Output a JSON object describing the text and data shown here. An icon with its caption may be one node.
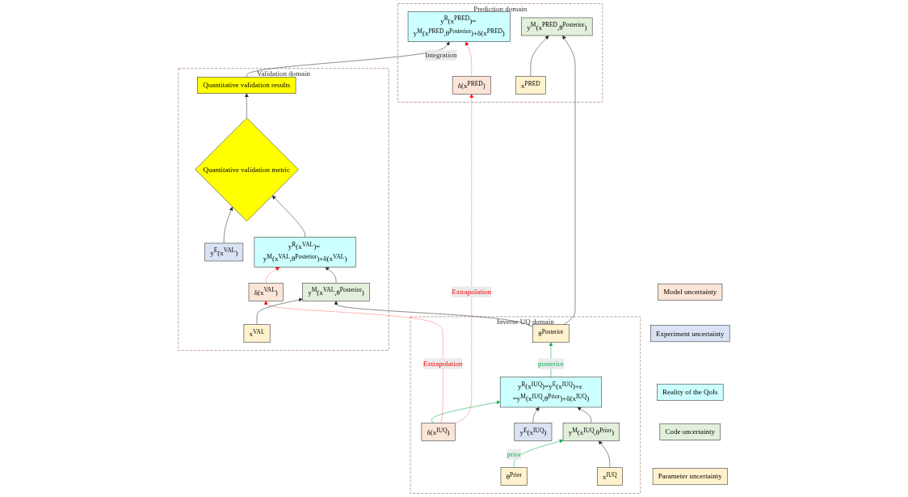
{
  "diagram": {
    "nodes": [
      {
        "text": [
          "Model uncertainty"
        ]
      },
      {
        "text": [
          "Experiment uncertainty"
        ]
      },
      {
        "text": [
          "Reality of the QoIs"
        ]
      },
      {
        "text": [
          "Code uncertainty"
        ]
      },
      {
        "text": [
          "Parameter uncertainty"
        ]
      },
      {
        "text": [
          "Inverse UQ domain"
        ]
      },
      {
        "text": [
          "δ(x$^{IUQ}$)"
        ],
        "in": 5
      },
      {
        "text": [
          "y$^{E}$(x$^{IUQ}$)"
        ],
        "in": 5
      },
      {
        "text": [
          "y$^{R}$(x$^{IUQ}$)=y$^{E}$(x$^{IUQ}$)+ε =y$^{M}$(x$^{IUQ}$,θ$^{Prior}$)+δ(x$^{IUQ}$)"
        ],
        "in": 5
      },
      {
        "text": [
          "y$^{M}$(x$^{IUQ}$,θ$^{Prior}$)"
        ],
        "in": 5
      },
      {
        "text": [
          "θ$^{Prior}$"
        ],
        "in": 5
      },
      {
        "text": [
          "x$^{IUQ}$"
        ],
        "in": 5
      },
      {
        "text": [
          "θ$^{Posterior}$"
        ],
        "in": 5
      },
      {
        "text": [
          "Validation domain"
        ]
      },
      {
        "text": [
          "δ(x$^{VAL}$)"
        ],
        "in": 13
      },
      {
        "text": [
          "y$^{E}$(x$^{VAL}$)"
        ],
        "in": 13
      },
      {
        "text": [
          "Quantitative validation results"
        ],
        "in": 13
      },
      {
        "text": [
          "Quantitative validation metric"
        ],
        "in": 13
      },
      {
        "text": [
          "y$^{R}$(x$^{VAL}$)= y$^{M}$(x$^{VAL}$,θ$^{Posterior}$)+δ(x$^{VAL}$)"
        ],
        "in": 13
      },
      {
        "text": [
          "y$^{M}$(x$^{VAL}$,θ$^{Posterior}$)"
        ],
        "in": 13
      },
      {
        "text": [
          "x$^{VAL}$"
        ],
        "in": 13
      },
      {
        "text": [
          "Prediction domain"
        ]
      },
      {
        "text": [
          "δ(x$^{PRED}$)"
        ],
        "in": 21
      },
      {
        "text": [
          "y$^{R}$(x$^{PRED}$)= y$^{M}$(x$^{PRED}$,θ$^{Posterior}$)+δ(x$^{PRED}$)"
        ],
        "in": 21
      },
      {
        "text": [
          "y$^{M}$(x$^{PRED}$,θ$^{Posterior}$)"
        ],
        "in": 21
      },
      {
        "text": [
          "x$^{PRED}$"
        ],
        "in": 21
      }
    ],
    "edges": [
      {
        "from": 6,
        "to": 8,
        "arrow": "to",
        "color": "#00b050"
      },
      {
        "from": 7,
        "to": 8,
        "arrow": "to"
      },
      {
        "from": 9,
        "to": 8,
        "arrow": "to"
      },
      {
        "from": 10,
        "to": 9,
        "arrow": "to",
        "label": "prior",
        "color": "#00b050"
      },
      {
        "from": 11,
        "to": 9,
        "arrow": "to"
      },
      {
        "from": 8,
        "to": 12,
        "arrow": "to",
        "label": "posterior",
        "color": "#00b050"
      },
      {
        "from": 6,
        "to": 14,
        "arrow": "to",
        "label": "Extrapolation",
        "style": "dashed",
        "color": "#ff0000"
      },
      {
        "from": 6,
        "to": 22,
        "arrow": "to",
        "label": "Extrapolation",
        "style": "dashed",
        "color": "#ff0000"
      },
      {
        "from": 14,
        "to": 18,
        "arrow": "to",
        "style": "dashed",
        "color": "#ff0000"
      },
      {
        "from": 15,
        "to": 17,
        "arrow": "to"
      },
      {
        "from": 18,
        "to": 17,
        "arrow": "to"
      },
      {
        "from": 17,
        "to": 16,
        "arrow": "to"
      },
      {
        "from": 16,
        "to": 23,
        "arrow": "to",
        "label": "Integration"
      },
      {
        "from": 19,
        "to": 18,
        "arrow": "to"
      },
      {
        "from": 12,
        "to": 19,
        "arrow": "to"
      },
      {
        "from": 20,
        "to": 19,
        "arrow": "to"
      },
      {
        "from": 12,
        "to": 24,
        "arrow": "to"
      },
      {
        "from": 25,
        "to": 24,
        "arrow": "to"
      },
      {
        "from": 22,
        "to": 23,
        "arrow": "to",
        "style": "dashed",
        "color": "#ff0000"
      }
    ]
  }
}
